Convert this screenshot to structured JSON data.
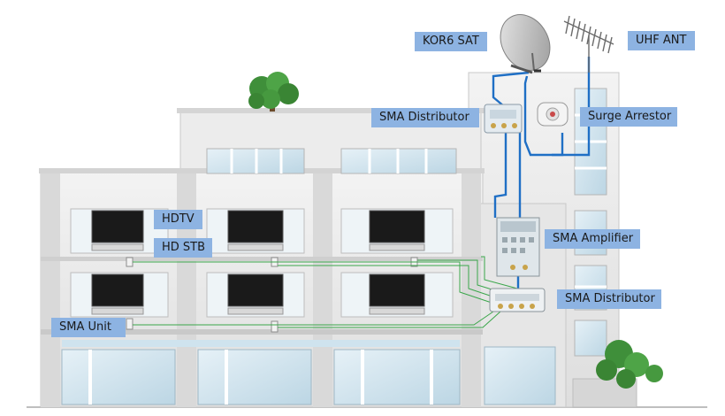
{
  "labels": {
    "sat": "KOR6 SAT",
    "uhf": "UHF ANT",
    "sma_distributor_top": "SMA Distributor",
    "surge_arrestor": "Surge Arrestor",
    "hdtv": "HDTV",
    "hd_stb": "HD STB",
    "sma_amplifier": "SMA Amplifier",
    "sma_distributor_bottom": "SMA Distributor",
    "sma_unit": "SMA Unit"
  },
  "colors": {
    "label_bg": "#8db3e2",
    "satellite_line": "#1f6fc5",
    "coax_line": "#3aa64a",
    "building_wall": "#e9e9e9",
    "window_glass": "#cfe3ee",
    "tree": "#3f8f3a"
  },
  "icons": {
    "dish": "satellite-dish-icon",
    "antenna": "uhf-antenna-icon",
    "tv": "tv-icon",
    "tree": "tree-icon"
  }
}
